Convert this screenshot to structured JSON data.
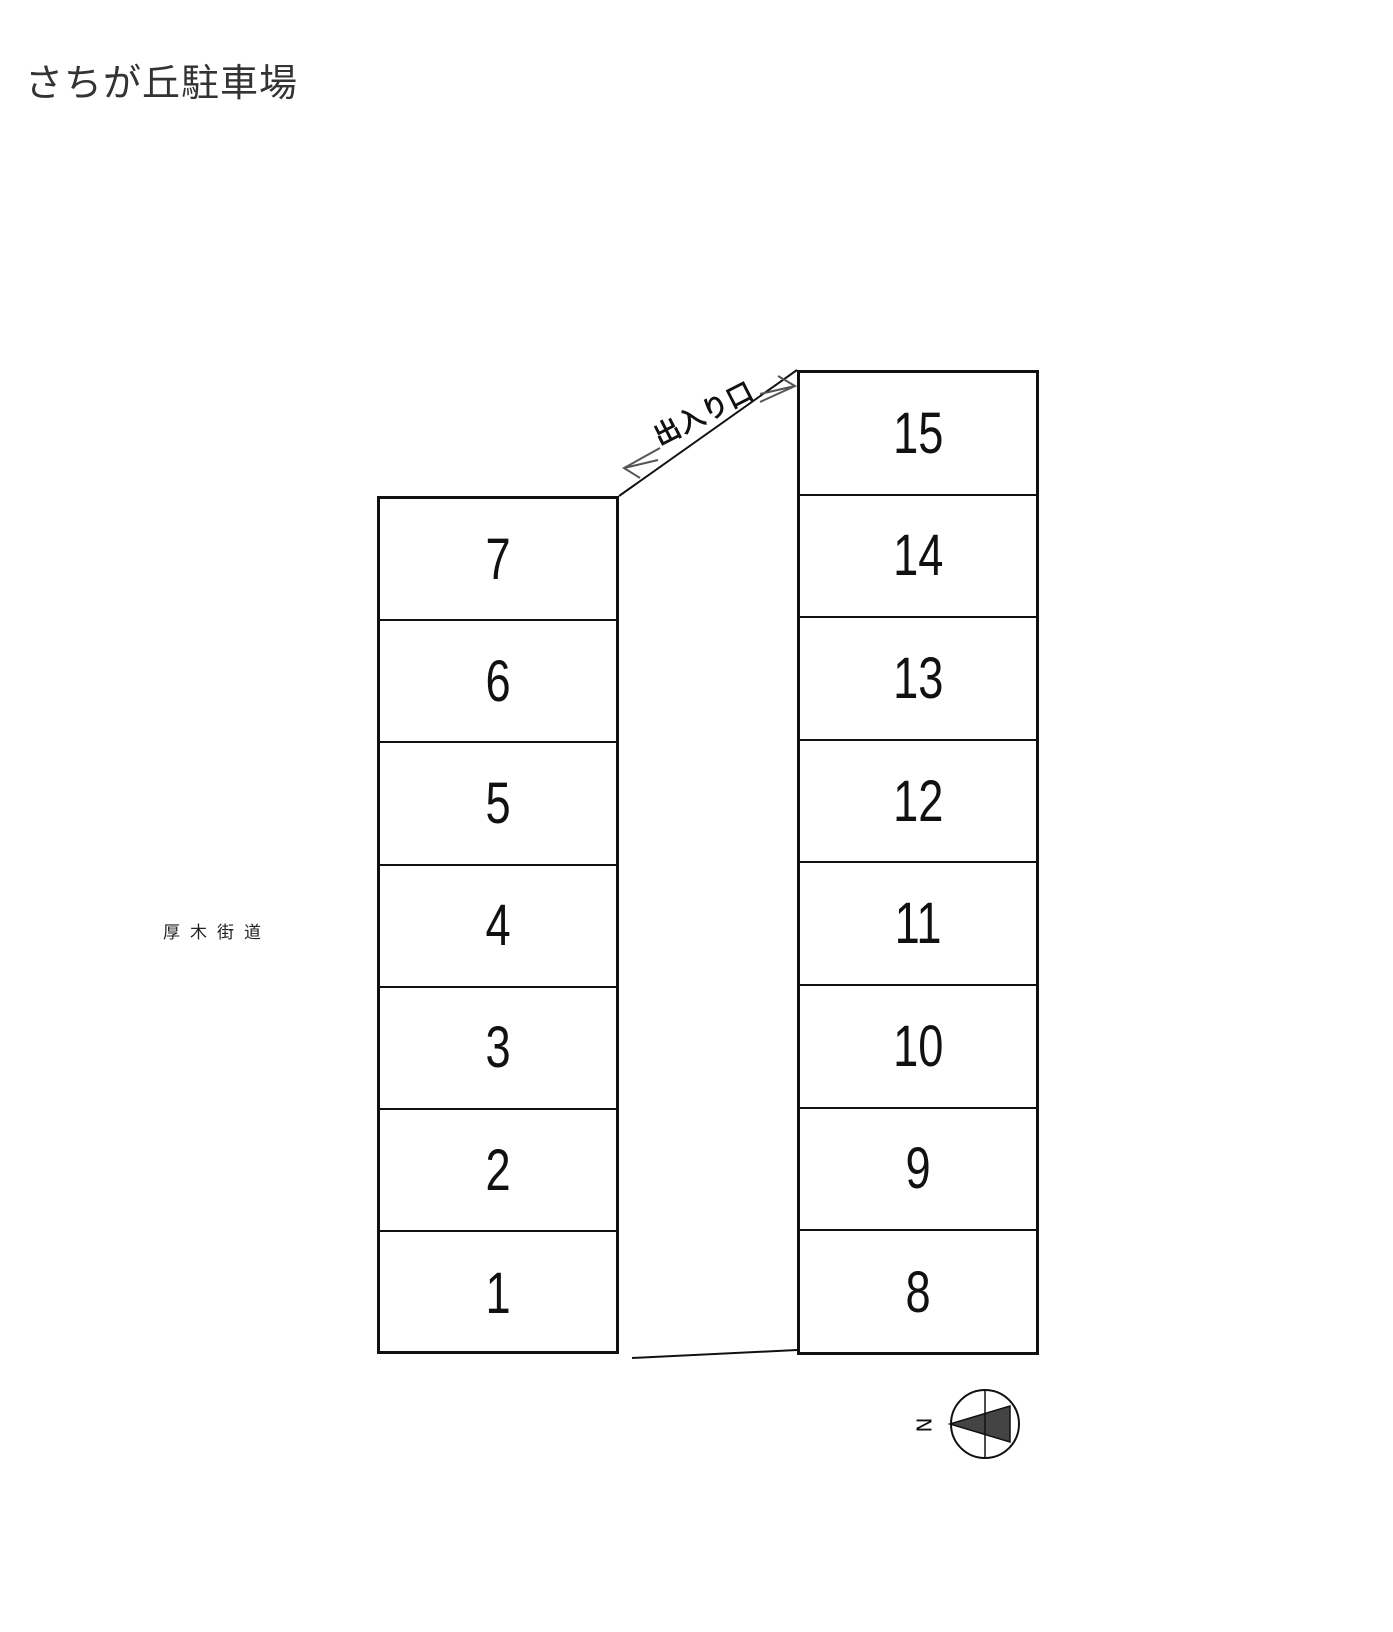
{
  "title": "さちが丘駐車場",
  "road_label": "厚木街道",
  "entrance_label": "出入り口",
  "compass_label": "N",
  "left_lots": [
    "7",
    "6",
    "5",
    "4",
    "3",
    "2",
    "1"
  ],
  "right_lots": [
    "15",
    "14",
    "13",
    "12",
    "11",
    "10",
    "9",
    "8"
  ]
}
